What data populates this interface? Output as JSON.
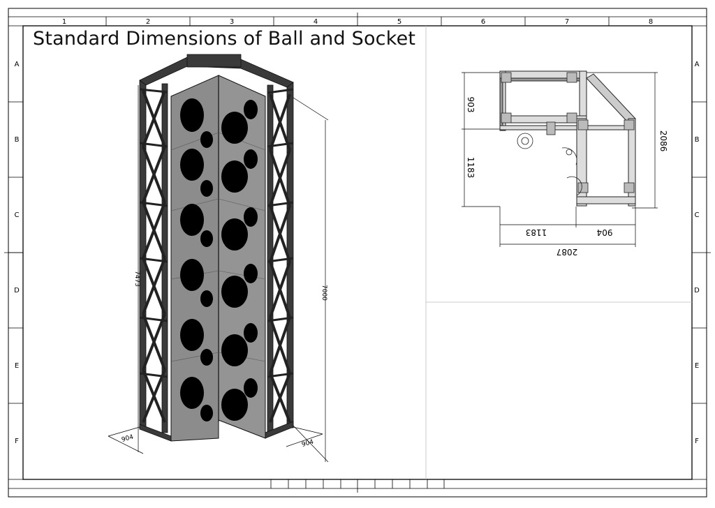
{
  "title": "Standard Dimensions of Ball and Socket",
  "grid": {
    "columns": [
      "1",
      "2",
      "3",
      "4",
      "5",
      "6",
      "7",
      "8"
    ],
    "rows": [
      "A",
      "B",
      "C",
      "D",
      "E",
      "F"
    ]
  },
  "iso_view": {
    "dim_height_total": "7473",
    "dim_height_panel": "7000",
    "dim_base_left": "904",
    "dim_base_right": "904"
  },
  "top_view": {
    "dim_left_upper": "903",
    "dim_left_lower": "1183",
    "dim_right_total": "2086",
    "dim_bottom_left": "1183",
    "dim_bottom_right": "904",
    "dim_bottom_total": "2087"
  },
  "colors": {
    "panel": "#8c8c8c",
    "hold": "#000000",
    "frame": "#2a2a2a",
    "line": "#000000"
  }
}
